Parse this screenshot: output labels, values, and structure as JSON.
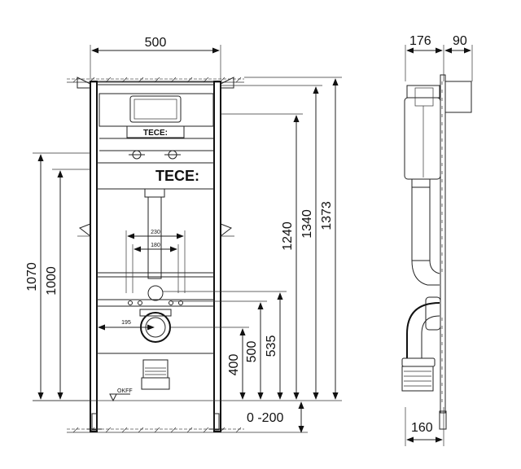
{
  "brand": {
    "logo_text": "TECE:",
    "panel_logo_text": "TECE:"
  },
  "front_view": {
    "width_top": "500",
    "height_1373": "1373",
    "height_1340": "1340",
    "height_1240": "1240",
    "height_1070": "1070",
    "height_1000": "1000",
    "spacing_230": "230",
    "spacing_180": "180",
    "offset_195": "195",
    "height_535": "535",
    "height_500": "500",
    "height_400": "400",
    "floor_range": "0 -200",
    "floor_label": "OKFF"
  },
  "side_view": {
    "depth_176": "176",
    "depth_90": "90",
    "base_160": "160"
  }
}
